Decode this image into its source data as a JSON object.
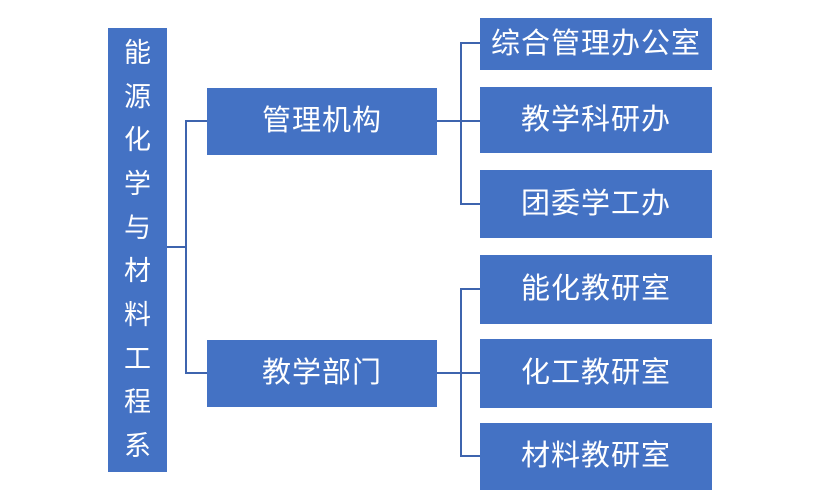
{
  "diagram": {
    "title": "organization-chart",
    "colors": {
      "box_fill": "#4472C4",
      "box_text": "#FFFFFF",
      "connector": "#3E64AE",
      "background": "#FFFFFF"
    },
    "root": {
      "label": "能源化学与材料工程系"
    },
    "branches": [
      {
        "label": "管理机构",
        "children": [
          {
            "label": "综合管理办公室"
          },
          {
            "label": "教学科研办"
          },
          {
            "label": "团委学工办"
          }
        ]
      },
      {
        "label": "教学部门",
        "children": [
          {
            "label": "能化教研室"
          },
          {
            "label": "化工教研室"
          },
          {
            "label": "材料教研室"
          }
        ]
      }
    ]
  }
}
